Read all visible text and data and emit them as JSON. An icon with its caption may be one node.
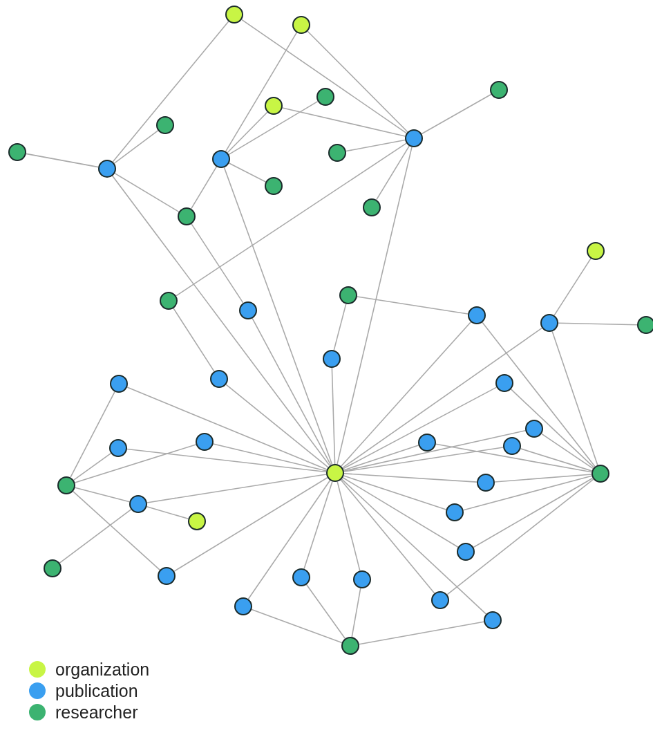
{
  "diagram": {
    "nodes": [
      {
        "text": [],
        "shape": "circle"
      },
      {
        "text": [],
        "shape": "circle"
      },
      {
        "text": [],
        "shape": "circle"
      },
      {
        "text": [],
        "shape": "circle"
      },
      {
        "text": [],
        "shape": "circle"
      },
      {
        "text": [],
        "shape": "circle"
      },
      {
        "text": [],
        "shape": "circle"
      },
      {
        "text": [],
        "shape": "circle"
      },
      {
        "text": [],
        "shape": "circle"
      },
      {
        "text": [],
        "shape": "circle"
      },
      {
        "text": [],
        "shape": "circle"
      },
      {
        "text": [],
        "shape": "circle"
      },
      {
        "text": [],
        "shape": "circle"
      },
      {
        "text": [],
        "shape": "circle"
      },
      {
        "text": [],
        "shape": "circle"
      },
      {
        "text": [],
        "shape": "circle"
      },
      {
        "text": [],
        "shape": "circle"
      },
      {
        "text": [],
        "shape": "circle"
      },
      {
        "text": [],
        "shape": "circle"
      },
      {
        "text": [],
        "shape": "circle"
      },
      {
        "text": [],
        "shape": "circle"
      },
      {
        "text": [],
        "shape": "circle"
      },
      {
        "text": [],
        "shape": "circle"
      },
      {
        "text": [],
        "shape": "circle"
      },
      {
        "text": [],
        "shape": "circle"
      },
      {
        "text": [],
        "shape": "circle"
      },
      {
        "text": [],
        "shape": "circle"
      },
      {
        "text": [],
        "shape": "circle"
      },
      {
        "text": [],
        "shape": "circle"
      },
      {
        "text": [],
        "shape": "circle"
      },
      {
        "text": [],
        "shape": "circle"
      },
      {
        "text": [],
        "shape": "circle"
      },
      {
        "text": [],
        "shape": "circle"
      },
      {
        "text": [],
        "shape": "circle"
      },
      {
        "text": [],
        "shape": "circle"
      },
      {
        "text": [],
        "shape": "circle"
      },
      {
        "text": [],
        "shape": "circle"
      },
      {
        "text": [],
        "shape": "circle"
      },
      {
        "text": [],
        "shape": "circle"
      },
      {
        "text": [],
        "shape": "circle"
      },
      {
        "text": [],
        "shape": "circle"
      },
      {
        "text": [],
        "shape": "circle"
      },
      {
        "text": [],
        "shape": "circle"
      },
      {
        "text": [],
        "shape": "circle"
      },
      {
        "text": [],
        "shape": "circle"
      },
      {
        "text": [],
        "shape": "circle"
      }
    ],
    "edges": [
      {
        "from": 0,
        "to": 10,
        "arrow": "none"
      },
      {
        "from": 0,
        "to": 6,
        "arrow": "none"
      },
      {
        "from": 1,
        "to": 9,
        "arrow": "none"
      },
      {
        "from": 1,
        "to": 6,
        "arrow": "none"
      },
      {
        "from": 4,
        "to": 9,
        "arrow": "none"
      },
      {
        "from": 4,
        "to": 6,
        "arrow": "none"
      },
      {
        "from": 3,
        "to": 9,
        "arrow": "none"
      },
      {
        "from": 5,
        "to": 10,
        "arrow": "none"
      },
      {
        "from": 7,
        "to": 10,
        "arrow": "none"
      },
      {
        "from": 10,
        "to": 13,
        "arrow": "none"
      },
      {
        "from": 10,
        "to": 30,
        "arrow": "none"
      },
      {
        "from": 9,
        "to": 13,
        "arrow": "none"
      },
      {
        "from": 9,
        "to": 11,
        "arrow": "none"
      },
      {
        "from": 9,
        "to": 30,
        "arrow": "none"
      },
      {
        "from": 13,
        "to": 17,
        "arrow": "none"
      },
      {
        "from": 16,
        "to": 6,
        "arrow": "none"
      },
      {
        "from": 16,
        "to": 22,
        "arrow": "none"
      },
      {
        "from": 17,
        "to": 30,
        "arrow": "none"
      },
      {
        "from": 6,
        "to": 2,
        "arrow": "none"
      },
      {
        "from": 6,
        "to": 8,
        "arrow": "none"
      },
      {
        "from": 6,
        "to": 12,
        "arrow": "none"
      },
      {
        "from": 6,
        "to": 30,
        "arrow": "none"
      },
      {
        "from": 15,
        "to": 18,
        "arrow": "none"
      },
      {
        "from": 15,
        "to": 21,
        "arrow": "none"
      },
      {
        "from": 21,
        "to": 30,
        "arrow": "none"
      },
      {
        "from": 19,
        "to": 14,
        "arrow": "none"
      },
      {
        "from": 19,
        "to": 20,
        "arrow": "none"
      },
      {
        "from": 18,
        "to": 30,
        "arrow": "none"
      },
      {
        "from": 18,
        "to": 31,
        "arrow": "none"
      },
      {
        "from": 19,
        "to": 30,
        "arrow": "none"
      },
      {
        "from": 19,
        "to": 31,
        "arrow": "none"
      },
      {
        "from": 23,
        "to": 30,
        "arrow": "none"
      },
      {
        "from": 23,
        "to": 31,
        "arrow": "none"
      },
      {
        "from": 30,
        "to": 27,
        "arrow": "none"
      },
      {
        "from": 27,
        "to": 31,
        "arrow": "none"
      },
      {
        "from": 30,
        "to": 25,
        "arrow": "none"
      },
      {
        "from": 25,
        "to": 31,
        "arrow": "none"
      },
      {
        "from": 30,
        "to": 28,
        "arrow": "none"
      },
      {
        "from": 28,
        "to": 31,
        "arrow": "none"
      },
      {
        "from": 30,
        "to": 32,
        "arrow": "none"
      },
      {
        "from": 32,
        "to": 31,
        "arrow": "none"
      },
      {
        "from": 30,
        "to": 35,
        "arrow": "none"
      },
      {
        "from": 35,
        "to": 31,
        "arrow": "none"
      },
      {
        "from": 30,
        "to": 37,
        "arrow": "none"
      },
      {
        "from": 37,
        "to": 31,
        "arrow": "none"
      },
      {
        "from": 30,
        "to": 42,
        "arrow": "none"
      },
      {
        "from": 42,
        "to": 31,
        "arrow": "none"
      },
      {
        "from": 30,
        "to": 44,
        "arrow": "none"
      },
      {
        "from": 44,
        "to": 45,
        "arrow": "none"
      },
      {
        "from": 30,
        "to": 41,
        "arrow": "none"
      },
      {
        "from": 41,
        "to": 45,
        "arrow": "none"
      },
      {
        "from": 30,
        "to": 40,
        "arrow": "none"
      },
      {
        "from": 40,
        "to": 45,
        "arrow": "none"
      },
      {
        "from": 30,
        "to": 43,
        "arrow": "none"
      },
      {
        "from": 43,
        "to": 45,
        "arrow": "none"
      },
      {
        "from": 24,
        "to": 30,
        "arrow": "none"
      },
      {
        "from": 24,
        "to": 33,
        "arrow": "none"
      },
      {
        "from": 29,
        "to": 33,
        "arrow": "none"
      },
      {
        "from": 29,
        "to": 30,
        "arrow": "none"
      },
      {
        "from": 26,
        "to": 33,
        "arrow": "none"
      },
      {
        "from": 26,
        "to": 30,
        "arrow": "none"
      },
      {
        "from": 34,
        "to": 33,
        "arrow": "none"
      },
      {
        "from": 34,
        "to": 30,
        "arrow": "none"
      },
      {
        "from": 34,
        "to": 36,
        "arrow": "none"
      },
      {
        "from": 34,
        "to": 38,
        "arrow": "none"
      },
      {
        "from": 33,
        "to": 39,
        "arrow": "none"
      },
      {
        "from": 39,
        "to": 30,
        "arrow": "none"
      },
      {
        "from": 22,
        "to": 30,
        "arrow": "none"
      }
    ],
    "legend": [
      {
        "text": "organization",
        "color": "#c8f545"
      },
      {
        "text": "publication",
        "color": "#3a9ff0"
      },
      {
        "text": "researcher",
        "color": "#3cb371"
      }
    ]
  }
}
